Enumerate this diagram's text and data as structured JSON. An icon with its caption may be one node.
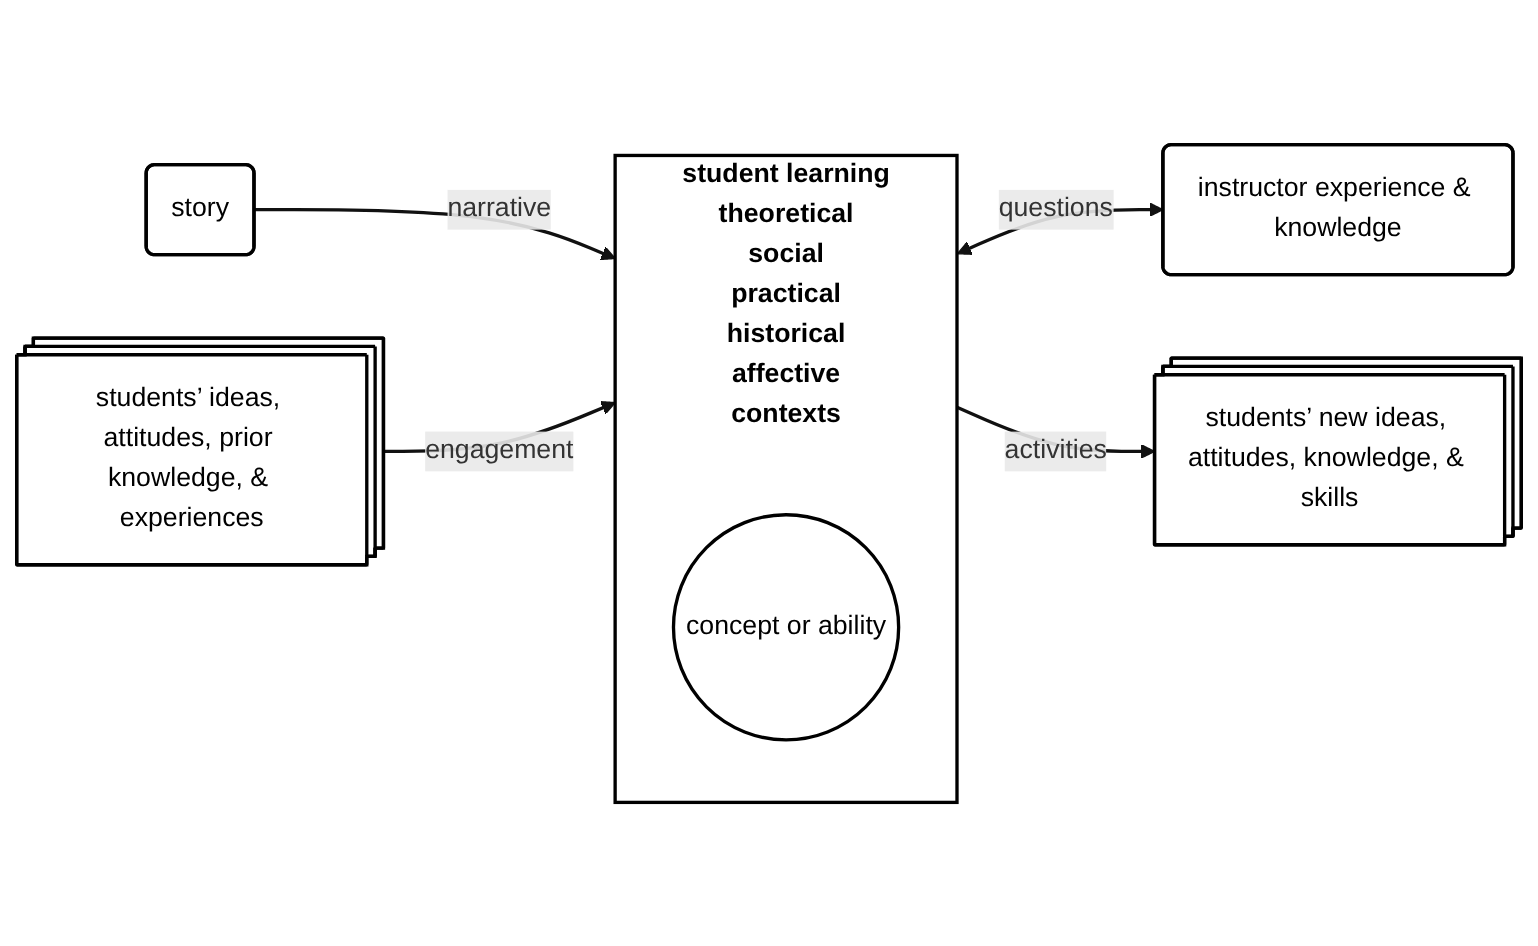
{
  "diagram": {
    "nodes": [
      {
        "text": [
          "story"
        ]
      },
      {
        "text": [
          "student learning",
          "theoretical",
          "social",
          "practical",
          "historical",
          "affective",
          "contexts"
        ]
      },
      {
        "text": [
          "concept or ability"
        ],
        "in": 1
      },
      {
        "text": [
          "instructor experience & knowledge"
        ]
      },
      {
        "text": [
          "students’ ideas, attitudes, prior knowledge, & experiences"
        ]
      },
      {
        "text": [
          "students’ new ideas, attitudes, knowledge, & skills"
        ]
      }
    ],
    "edges": [
      {
        "from": 0,
        "to": 1,
        "arrow": "to",
        "label": "narrative"
      },
      {
        "from": 1,
        "to": 3,
        "arrow": "both",
        "label": "questions"
      },
      {
        "from": 1,
        "to": 5,
        "arrow": "to",
        "label": "activities"
      },
      {
        "from": 4,
        "to": 1,
        "arrow": "to",
        "label": "engagement"
      }
    ]
  }
}
